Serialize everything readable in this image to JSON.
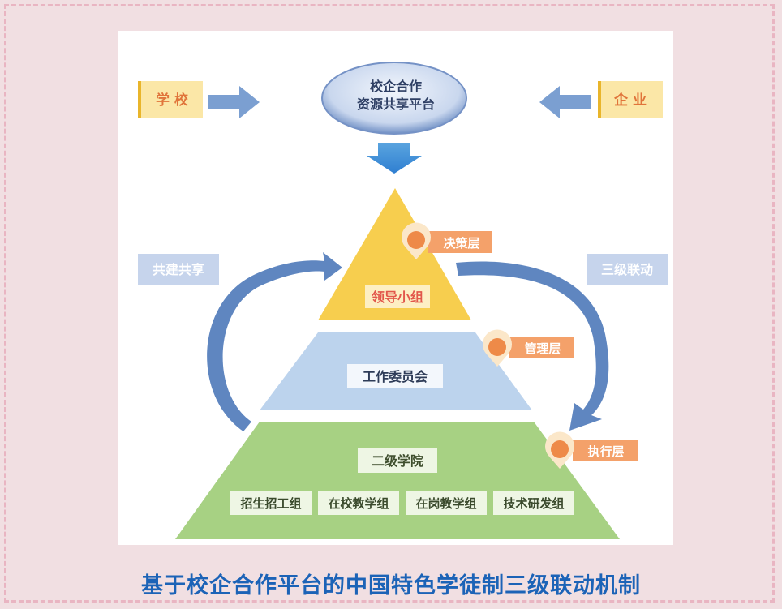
{
  "platform": {
    "line1": "校企合作",
    "line2": "资源共享平台"
  },
  "left_party": "学 校",
  "right_party": "企 业",
  "left_flow_label": "共建共享",
  "right_flow_label": "三级联动",
  "levels": {
    "top": {
      "tag": "决策层",
      "name": "领导小组"
    },
    "middle": {
      "tag": "管理层",
      "name": "工作委员会"
    },
    "bottom": {
      "tag": "执行层",
      "name": "二级学院"
    }
  },
  "groups": [
    "招生招工组",
    "在校教学组",
    "在岗教学组",
    "技术研发组"
  ],
  "caption": "基于校企合作平台的中国特色学徒制三级联动机制",
  "colors": {
    "yellow": "#f7ce4e",
    "blue_tier": "#bcd3ed",
    "green_tier": "#a7d183",
    "orange": "#ee8a48",
    "arrow_blue": "#6b8fc4",
    "caption": "#1c63b7"
  }
}
